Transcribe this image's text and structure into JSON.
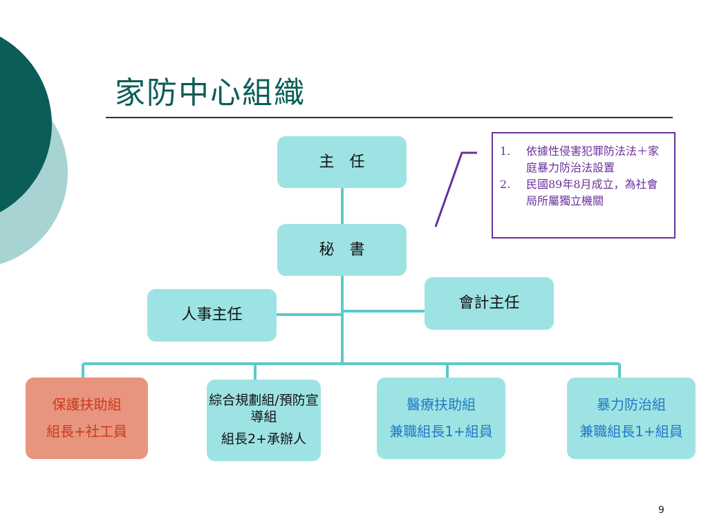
{
  "title": "家防中心組織",
  "page_number": "9",
  "org": {
    "director": "主　任",
    "secretary": "秘　書",
    "personnel": "人事主任",
    "accounting": "會計主任",
    "groups": [
      {
        "name": "保護扶助組",
        "staff": "組長+社工員"
      },
      {
        "name": "綜合規劃組/預防宣導組",
        "staff": "組長2+承辦人"
      },
      {
        "name": "醫療扶助組",
        "staff": "兼職組長1+組員"
      },
      {
        "name": "暴力防治組",
        "staff": "兼職組長1+組員"
      }
    ]
  },
  "note": {
    "items": [
      {
        "num": "1.",
        "text": "依據性侵害犯罪防法法＋家庭暴力防治法設置"
      },
      {
        "num": "2.",
        "text": "民國89年8月成立，為社會局所屬獨立機關"
      }
    ]
  },
  "colors": {
    "title": "#0b5d57",
    "box_fill": "#9ee3e3",
    "connector": "#5bc9c9",
    "highlight_box": "#e8957f",
    "highlight_text": "#c83a1a",
    "blue_text": "#1f78c8",
    "note_border": "#6a2f9a",
    "deco_dark": "#0b5d57",
    "deco_light": "#a8d3d3"
  }
}
